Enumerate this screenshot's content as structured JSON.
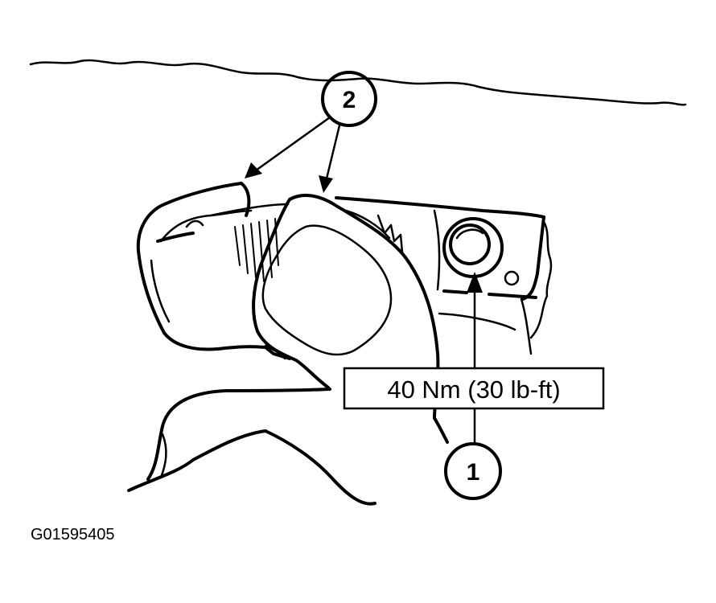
{
  "figure": {
    "id_label": "G01595405"
  },
  "callouts": [
    {
      "number": "2"
    },
    {
      "number": "1"
    }
  ],
  "torque_spec": {
    "label": "40 Nm (30 lb-ft)"
  },
  "colors": {
    "ink": "#000000",
    "paper": "#ffffff"
  }
}
